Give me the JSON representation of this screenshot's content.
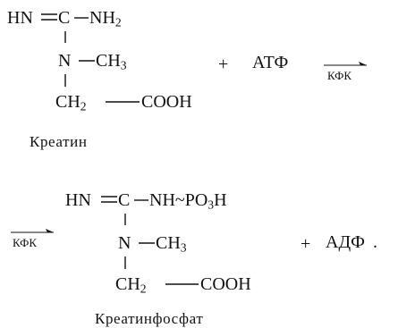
{
  "reaction": {
    "creatine": {
      "group_imino": "HN",
      "atom_c": "C",
      "group_amine": "NH",
      "sub_amine": "2",
      "atom_n": "N",
      "group_methyl_ch": "CH",
      "sub_methyl": "3",
      "group_ch2": "CH",
      "sub_ch2": "2",
      "group_cooh": "COOH",
      "name": "Креатин"
    },
    "plus_1": "+",
    "atp": "АТФ",
    "enzyme_1": "КФК",
    "enzyme_2": "КФК",
    "creatine_phosphate": {
      "group_imino": "HN",
      "atom_c": "C",
      "group_nh": "NH",
      "tilde": "~",
      "group_po": "PO",
      "sub_po": "3",
      "group_h": "H",
      "atom_n": "N",
      "group_methyl_ch": "CH",
      "sub_methyl": "3",
      "group_ch2": "CH",
      "sub_ch2": "2",
      "group_cooh": "COOH",
      "name": "Креатинфосфат"
    },
    "plus_2": "+",
    "adp": "АДФ",
    "period": "."
  }
}
